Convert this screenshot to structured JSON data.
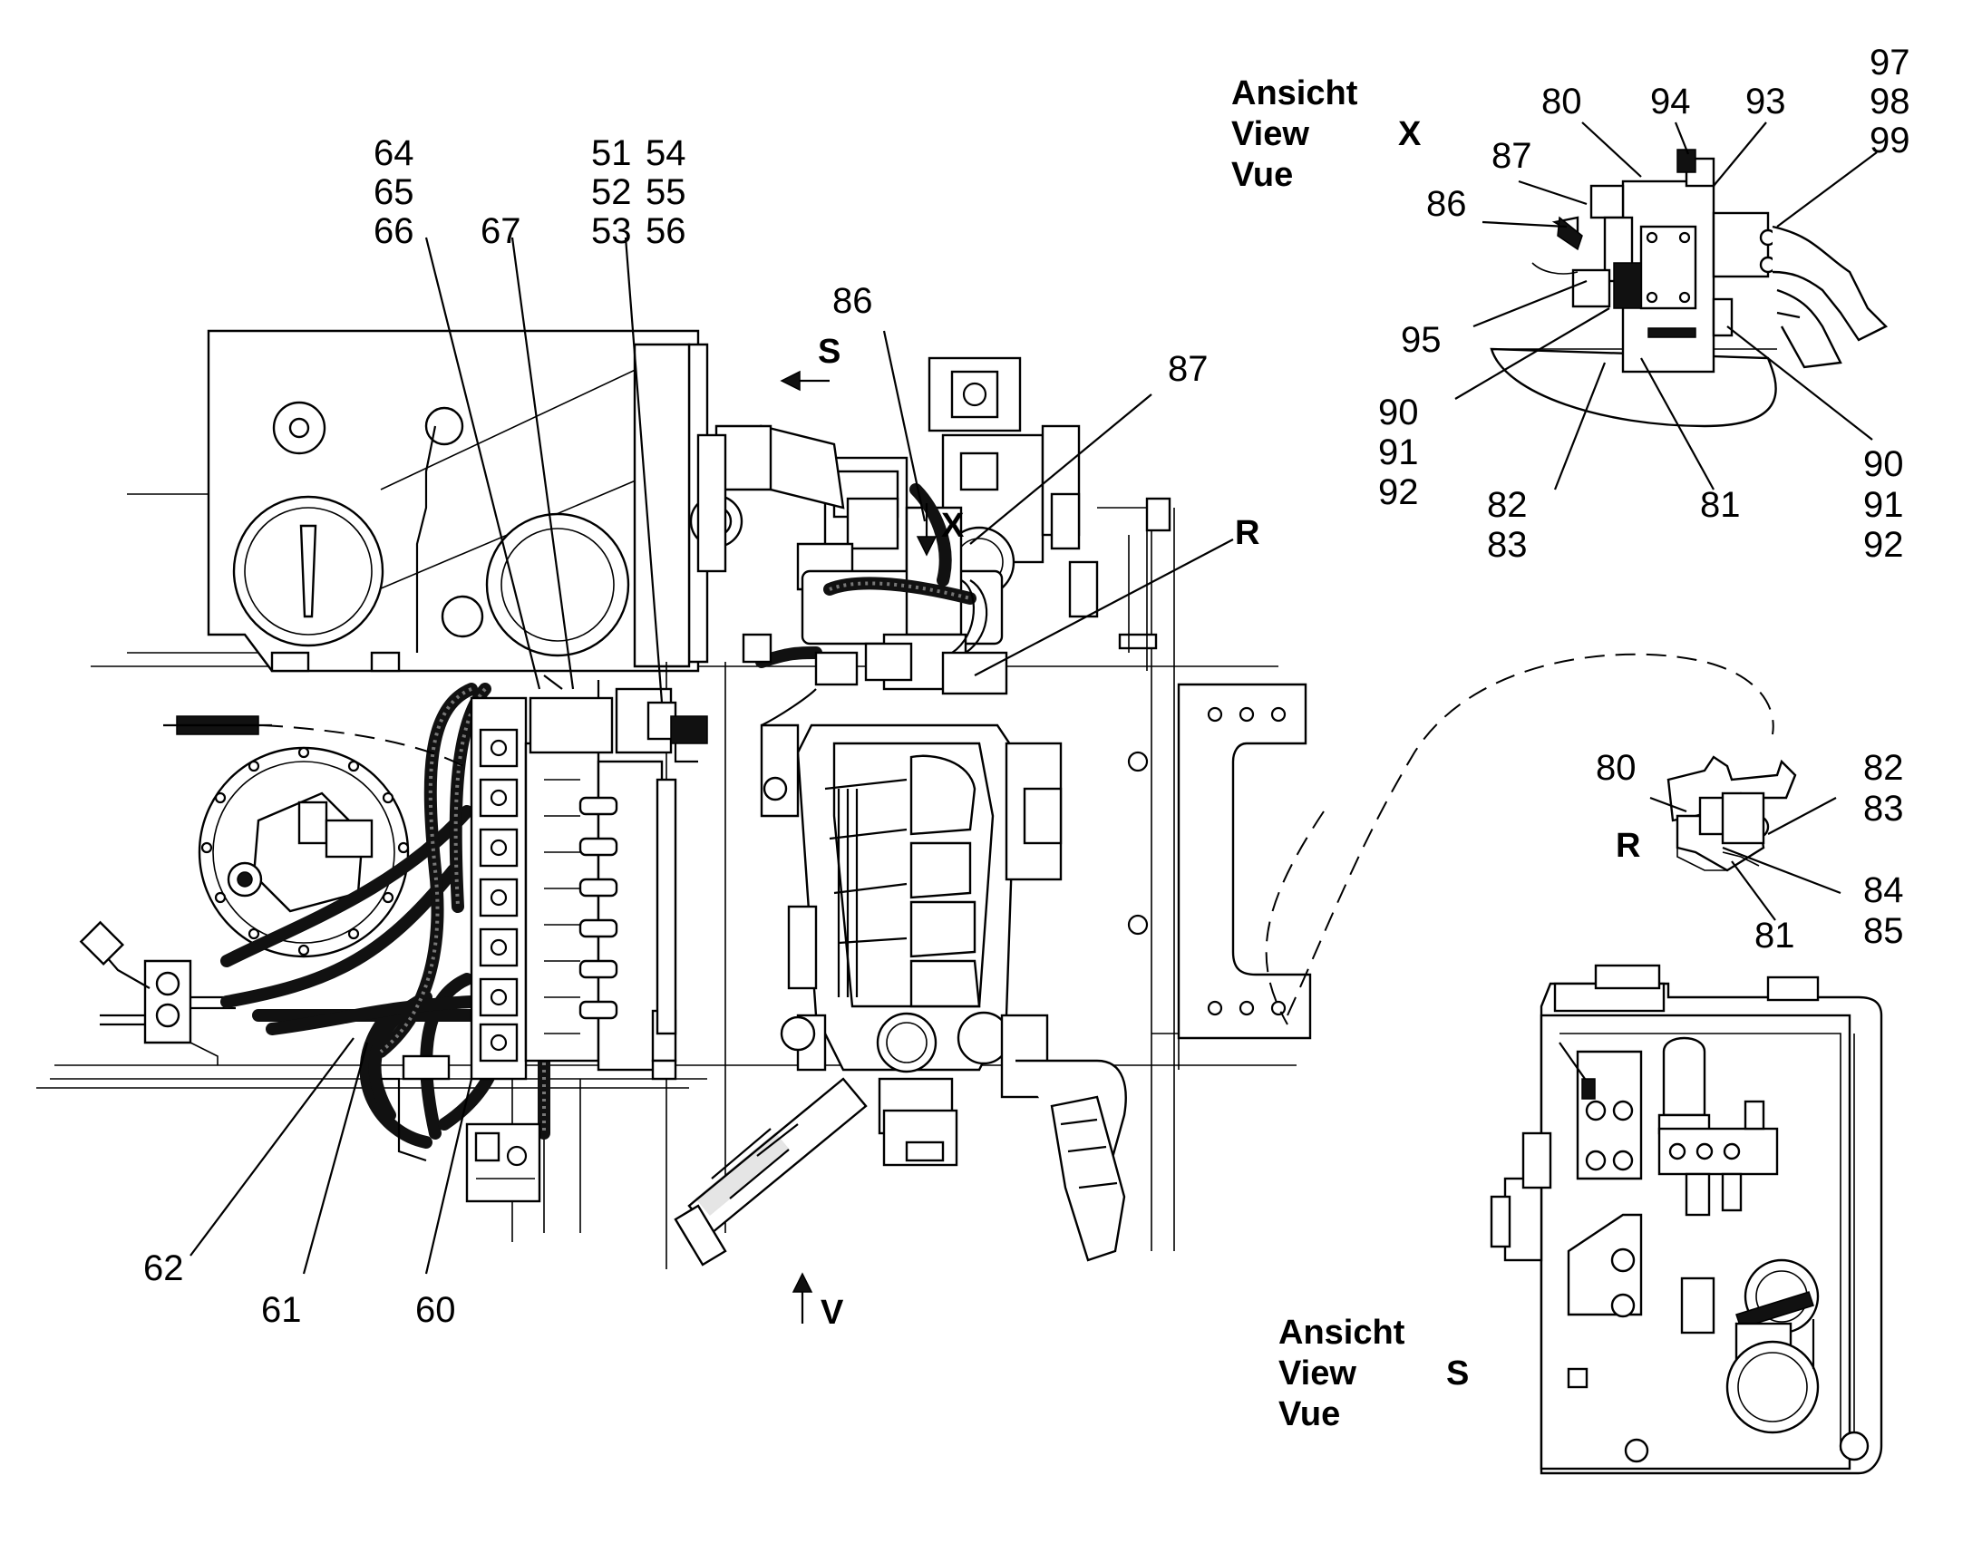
{
  "views": {
    "x": {
      "title_de": "Ansicht",
      "title_en": "View",
      "title_fr": "Vue",
      "letter": "X"
    },
    "s": {
      "title_de": "Ansicht",
      "title_en": "View",
      "title_fr": "Vue",
      "letter": "S"
    }
  },
  "arrows": {
    "s": "S",
    "x": "X",
    "r": "R",
    "v": "V"
  },
  "callouts": {
    "c64": "64",
    "c65": "65",
    "c66": "66",
    "c67": "67",
    "c51": "51",
    "c52": "52",
    "c53": "53",
    "c54": "54",
    "c55": "55",
    "c56": "56",
    "c86": "86",
    "c87": "87",
    "c60": "60",
    "c61": "61",
    "c62": "62",
    "x80": "80",
    "x94": "94",
    "x93": "93",
    "x97": "97",
    "x98": "98",
    "x99": "99",
    "x87": "87",
    "x86": "86",
    "x95": "95",
    "x90a": "90",
    "x91a": "91",
    "x92a": "92",
    "x82": "82",
    "x83": "83",
    "x81": "81",
    "x90b": "90",
    "x91b": "91",
    "x92b": "92",
    "r80": "80",
    "r82": "82",
    "r83": "83",
    "r84": "84",
    "r85": "85",
    "r81": "81",
    "rR": "R"
  }
}
